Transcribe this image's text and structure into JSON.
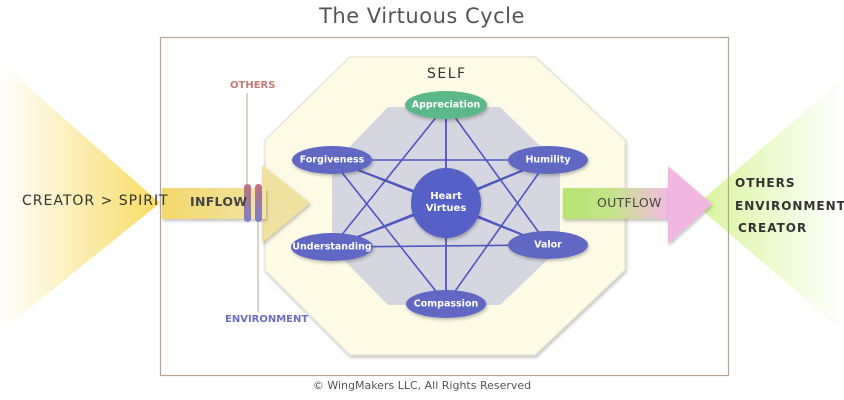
{
  "title": "The Virtuous Cycle",
  "footer": "© WingMakers LLC, All Rights Reserved",
  "source": {
    "label": "CREATOR > SPIRIT"
  },
  "inflow": {
    "label": "INFLOW",
    "markers": {
      "top_label": "OTHERS",
      "bottom_label": "ENVIRONMENT"
    }
  },
  "self": {
    "label": "SELF",
    "center": {
      "line1": "Heart",
      "line2": "Virtues"
    },
    "virtues": [
      {
        "name": "Appreciation",
        "color": "#5cb888"
      },
      {
        "name": "Humility",
        "color": "#6068c4"
      },
      {
        "name": "Valor",
        "color": "#6068c4"
      },
      {
        "name": "Compassion",
        "color": "#6068c4"
      },
      {
        "name": "Understanding",
        "color": "#6068c4"
      },
      {
        "name": "Forgiveness",
        "color": "#6068c4"
      }
    ]
  },
  "outflow": {
    "label": "OUTFLOW"
  },
  "destinations": [
    "OTHERS",
    "ENVIRONMENT",
    "CREATOR"
  ],
  "colors": {
    "frame": "#b9a58f",
    "self_octagon": "#fdfbe6",
    "inner_octagon": "#d6d6e0",
    "line": "#4f57c0",
    "center": "#5760c6",
    "inflow": "#f1dc7c",
    "outflow": "#bde67a",
    "others_marker": "#c77a74",
    "environment_marker": "#6a6fc0"
  }
}
